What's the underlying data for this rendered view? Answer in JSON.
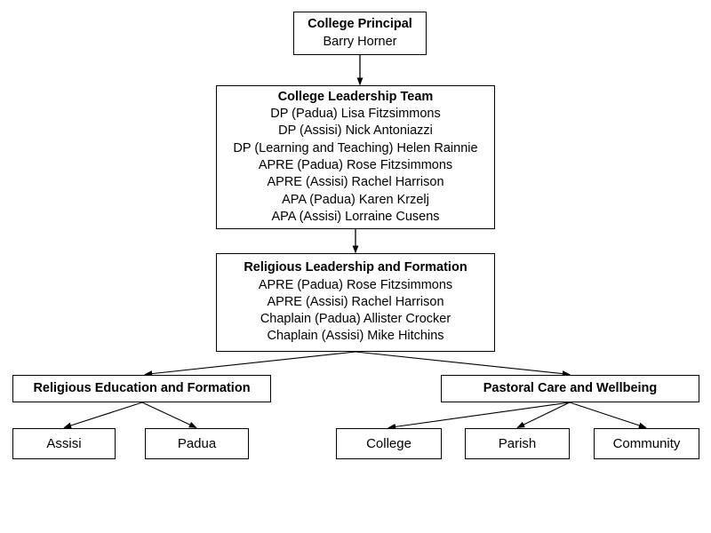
{
  "chart_data": {
    "type": "diagram",
    "diagram_kind": "organizational-chart",
    "orientation": "top-down",
    "node_count": 10,
    "edge_count": 9,
    "colors": {
      "background": "#ffffff",
      "box_border": "#000000",
      "box_fill": "#ffffff",
      "text": "#000000",
      "connector": "#000000"
    },
    "nodes": [
      {
        "id": "principal",
        "title": "College Principal",
        "lines": [
          "Barry Horner"
        ],
        "level": 0
      },
      {
        "id": "leadership_team",
        "title": "College Leadership Team",
        "lines": [
          "DP (Padua) Lisa Fitzsimmons",
          "DP (Assisi) Nick Antoniazzi",
          "DP (Learning and Teaching) Helen Rainnie",
          "APRE (Padua) Rose Fitzsimmons",
          "APRE (Assisi) Rachel Harrison",
          "APA (Padua) Karen Krzelj",
          "APA (Assisi) Lorraine Cusens"
        ],
        "level": 1
      },
      {
        "id": "religious_leadership",
        "title": "Religious Leadership and Formation",
        "lines": [
          "APRE (Padua) Rose Fitzsimmons",
          "APRE (Assisi) Rachel Harrison",
          "Chaplain (Padua) Allister Crocker",
          "Chaplain (Assisi) Mike Hitchins"
        ],
        "level": 2
      },
      {
        "id": "religious_education",
        "title": "Religious Education and Formation",
        "lines": [],
        "level": 3
      },
      {
        "id": "pastoral_care",
        "title": "Pastoral Care and Wellbeing",
        "lines": [],
        "level": 3
      },
      {
        "id": "assisi",
        "title": "Assisi",
        "lines": [],
        "level": 4
      },
      {
        "id": "padua",
        "title": "Padua",
        "lines": [],
        "level": 4
      },
      {
        "id": "college",
        "title": "College",
        "lines": [],
        "level": 4
      },
      {
        "id": "parish",
        "title": "Parish",
        "lines": [],
        "level": 4
      },
      {
        "id": "community",
        "title": "Community",
        "lines": [],
        "level": 4
      }
    ],
    "edges": [
      {
        "from": "principal",
        "to": "leadership_team",
        "style": "vertical-arrow"
      },
      {
        "from": "leadership_team",
        "to": "religious_leadership",
        "style": "vertical-arrow"
      },
      {
        "from": "religious_leadership",
        "to": "religious_education",
        "style": "diagonal-arrow"
      },
      {
        "from": "religious_leadership",
        "to": "pastoral_care",
        "style": "diagonal-arrow"
      },
      {
        "from": "religious_education",
        "to": "assisi",
        "style": "diagonal-arrow"
      },
      {
        "from": "religious_education",
        "to": "padua",
        "style": "diagonal-arrow"
      },
      {
        "from": "pastoral_care",
        "to": "college",
        "style": "diagonal-arrow"
      },
      {
        "from": "pastoral_care",
        "to": "parish",
        "style": "diagonal-arrow"
      },
      {
        "from": "pastoral_care",
        "to": "community",
        "style": "diagonal-arrow"
      }
    ]
  },
  "principal": {
    "title": "College Principal",
    "person": "Barry Horner"
  },
  "leadership_team": {
    "title": "College Leadership Team",
    "members": [
      "DP (Padua) Lisa Fitzsimmons",
      "DP (Assisi) Nick Antoniazzi",
      "DP (Learning and Teaching) Helen Rainnie",
      "APRE (Padua) Rose Fitzsimmons",
      "APRE (Assisi) Rachel Harrison",
      "APA (Padua) Karen Krzelj",
      "APA (Assisi) Lorraine Cusens"
    ]
  },
  "religious_leadership": {
    "title": "Religious Leadership and Formation",
    "members": [
      "APRE (Padua) Rose Fitzsimmons",
      "APRE (Assisi) Rachel Harrison",
      "Chaplain (Padua) Allister Crocker",
      "Chaplain (Assisi) Mike Hitchins"
    ]
  },
  "branches": {
    "religious_education": "Religious Education and Formation",
    "pastoral_care": "Pastoral Care and Wellbeing"
  },
  "leaves": {
    "assisi": "Assisi",
    "padua": "Padua",
    "college": "College",
    "parish": "Parish",
    "community": "Community"
  }
}
